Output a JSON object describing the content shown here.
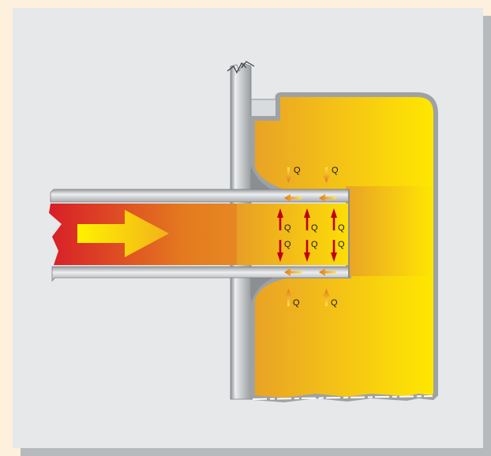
{
  "diagram": {
    "heat_label": "Q",
    "colors": {
      "page_background": "#fdf0dc",
      "panel_background": "#e6e8ea",
      "frame_shadow": "#b9bcbf",
      "wall_grey": "#c4c7ca",
      "block_yellow_start": "#e9a325",
      "block_yellow_end": "#ffe800",
      "flow_red": "#e0202a",
      "flow_orange": "#f0a020",
      "arrow_dark_red": "#c00010",
      "arrow_orange": "#e88a1a"
    },
    "labels": {
      "upper_block_heat": [
        "Q",
        "Q"
      ],
      "lower_block_heat": [
        "Q",
        "Q"
      ],
      "upward_heat": [
        "Q",
        "Q",
        "Q"
      ],
      "downward_heat": [
        "Q",
        "Q",
        "Q"
      ]
    }
  }
}
